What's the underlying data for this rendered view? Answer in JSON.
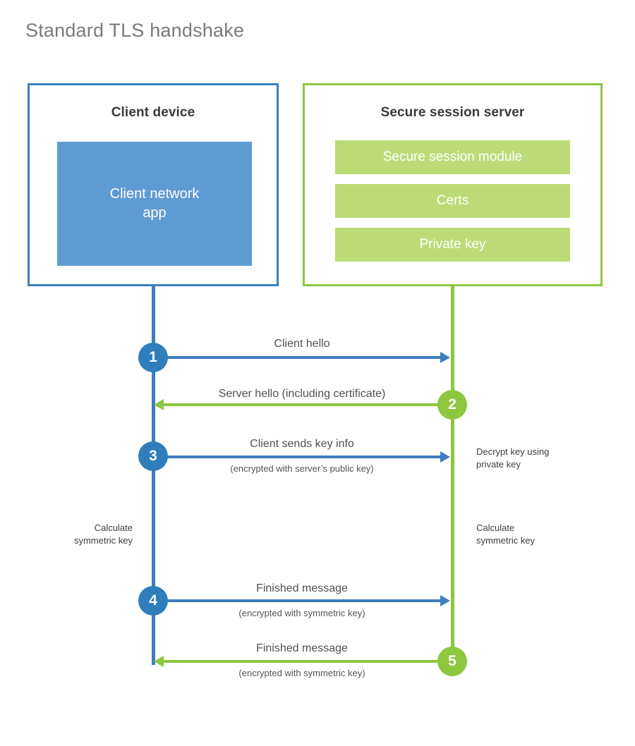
{
  "title": "Standard TLS handshake",
  "colors": {
    "client_border": "#3D7EBF",
    "client_fill": "#5F9BD3",
    "server_border": "#8DC63F",
    "server_fill": "#BCDB77",
    "step_blue": "#2E7EBB",
    "step_green": "#8DC63F",
    "title_text": "#7A7A7A"
  },
  "client": {
    "title": "Client device",
    "app_label": "Client network\napp",
    "app_label_line1": "Client network",
    "app_label_line2": "app"
  },
  "server": {
    "title": "Secure session server",
    "modules": [
      {
        "label": "Secure session module"
      },
      {
        "label": "Certs"
      },
      {
        "label": "Private key"
      }
    ]
  },
  "steps": [
    {
      "number": "1",
      "direction": "client-to-server",
      "color": "blue",
      "label": "Client hello",
      "sublabel": ""
    },
    {
      "number": "2",
      "direction": "server-to-client",
      "color": "green",
      "label": "Server hello (including certificate)",
      "sublabel": ""
    },
    {
      "number": "3",
      "direction": "client-to-server",
      "color": "blue",
      "label": "Client sends key info",
      "sublabel": "(encrypted with server’s public key)"
    },
    {
      "number": "4",
      "direction": "client-to-server",
      "color": "blue",
      "label": "Finished message",
      "sublabel": "(encrypted with symmetric key)"
    },
    {
      "number": "5",
      "direction": "server-to-client",
      "color": "green",
      "label": "Finished message",
      "sublabel": "(encrypted with symmetric key)"
    }
  ],
  "notes": {
    "decrypt_line1": "Decrypt key using",
    "decrypt_line2": "private key",
    "client_calc_line1": "Calculate",
    "client_calc_line2": "symmetric key",
    "server_calc_line1": "Calculate",
    "server_calc_line2": "symmetric key"
  }
}
